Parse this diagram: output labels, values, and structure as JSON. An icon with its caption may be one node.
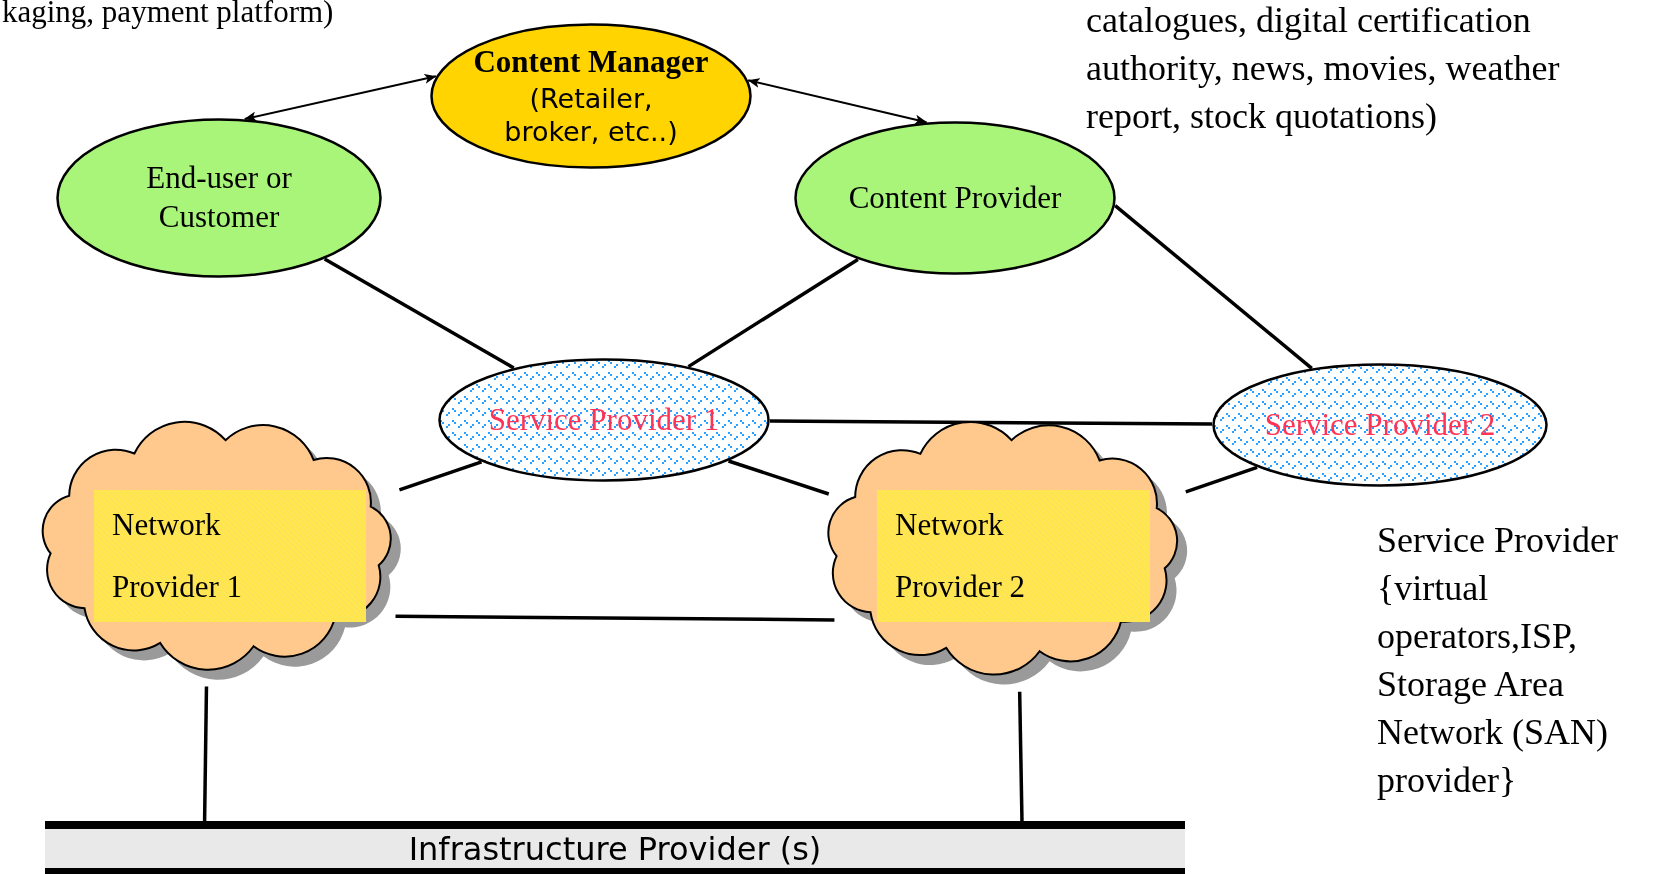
{
  "diagram": {
    "nodes": [
      {
        "text": [
          "Content Manager",
          "(Retailer, broker, etc..)"
        ]
      },
      {
        "text": [
          "End-user or Customer"
        ]
      },
      {
        "text": [
          "Content Provider"
        ]
      },
      {
        "text": [
          "Service Provider 1"
        ]
      },
      {
        "text": [
          "Service Provider 2"
        ]
      },
      {
        "text": [
          "Network Provider 1"
        ]
      },
      {
        "text": [
          "Network Provider 2"
        ]
      },
      {
        "text": [
          "Infrastructure Provider (s)"
        ]
      }
    ],
    "edges": [
      {
        "from": 0,
        "to": 1,
        "arrow": "both"
      },
      {
        "from": 0,
        "to": 2,
        "arrow": "both"
      },
      {
        "from": 1,
        "to": 3,
        "arrow": "none"
      },
      {
        "from": 2,
        "to": 3,
        "arrow": "none"
      },
      {
        "from": 2,
        "to": 4,
        "arrow": "none"
      },
      {
        "from": 3,
        "to": 4,
        "arrow": "none"
      },
      {
        "from": 3,
        "to": 5,
        "arrow": "none"
      },
      {
        "from": 3,
        "to": 6,
        "arrow": "none"
      },
      {
        "from": 4,
        "to": 6,
        "arrow": "none"
      },
      {
        "from": 5,
        "to": 6,
        "arrow": "none"
      },
      {
        "from": 5,
        "to": 7,
        "arrow": "none"
      },
      {
        "from": 6,
        "to": 7,
        "arrow": "none"
      }
    ],
    "labels": [
      "kaging, payment platform)",
      "catalogues, digital certification authority, news, movies, weather report, stock quotations)",
      "Service Provider {virtual operators,ISP, Storage Area Network (SAN) provider}"
    ]
  }
}
